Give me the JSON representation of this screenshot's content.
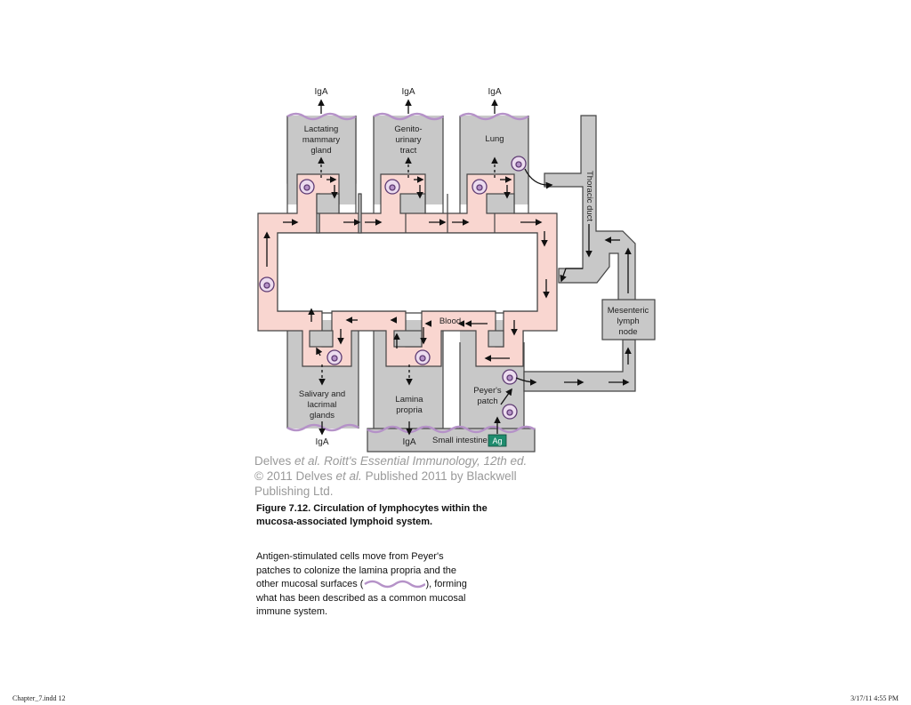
{
  "diagram": {
    "iga_label": "IgA",
    "tissues": {
      "mammary": [
        "Lactating",
        "mammary",
        "gland"
      ],
      "genito": [
        "Genito-",
        "urinary",
        "tract"
      ],
      "lung": "Lung",
      "salivary": [
        "Salivary and",
        "lacrimal",
        "glands"
      ],
      "lamina": [
        "Lamina",
        "propria"
      ],
      "peyers": [
        "Peyer's",
        "patch"
      ]
    },
    "thoracic_duct": "Thoracic duct",
    "mesenteric": [
      "Mesenteric",
      "lymph",
      "node"
    ],
    "blood": "Blood",
    "small_intestine": "Small intestine",
    "antigen": "Ag",
    "colors": {
      "tissue_gray": "#c8c8c8",
      "blood_pink": "#f9d6d0",
      "mucosa_purple": "#b592c8",
      "antigen_green": "#1f8c6e",
      "cell_fill": "#ecdcef",
      "cell_stroke": "#5e3b73"
    }
  },
  "credit": {
    "authors": "Delves",
    "etal": "et al.",
    "book": "Roitt's Essential Immunology, 12th ed.",
    "copyright_prefix": "© 2011 Delves",
    "copyright_suffix": "Published 2011 by Blackwell Publishing Ltd."
  },
  "caption": {
    "title": "Figure 7.12. Circulation of lymphocytes within the mucosa-associated lymphoid system.",
    "body_before": "Antigen-stimulated cells move from Peyer's patches to colonize the lamina propria and the other mucosal surfaces (",
    "body_after": "), forming what has been described as a common mucosal immune system."
  },
  "footer": {
    "left": "Chapter_7.indd 12",
    "right": "3/17/11 4:55 PM"
  }
}
